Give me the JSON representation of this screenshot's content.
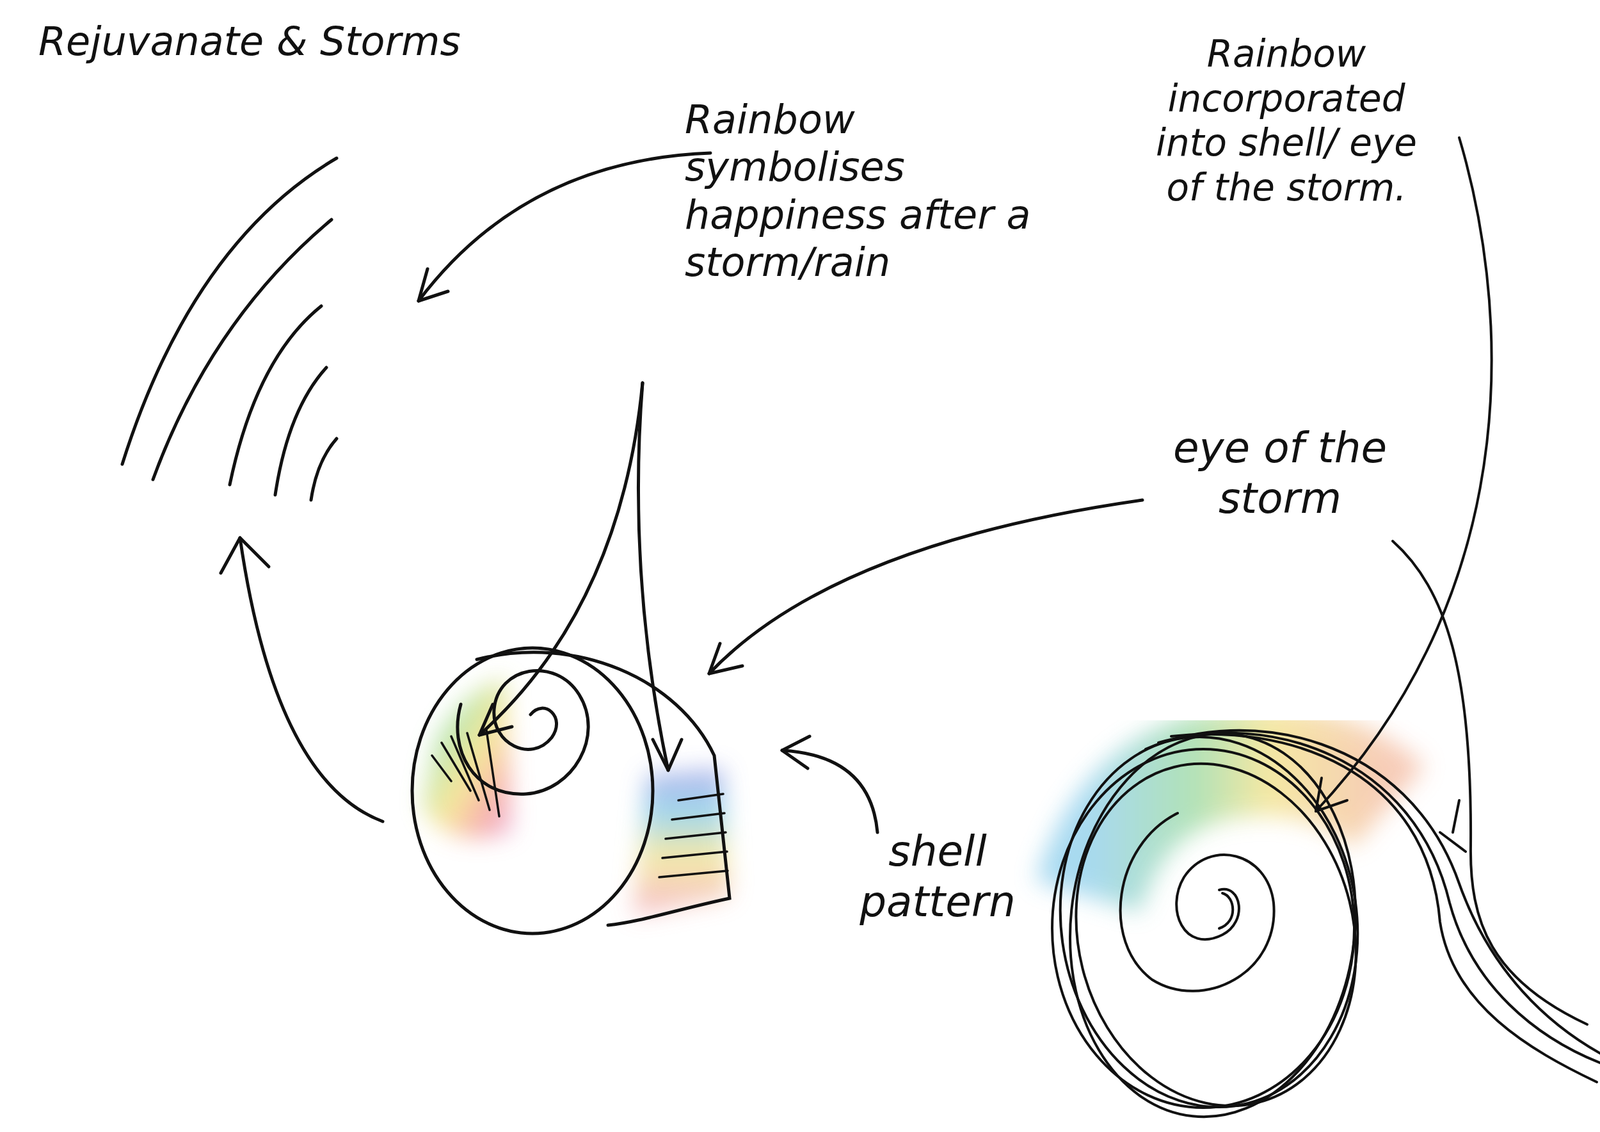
{
  "diagram": {
    "title": "Rejuvanate & Storms",
    "labels": [
      "Rainbow symbolises happiness after a storm/rain",
      "Rainbow incorporated into shell/ eye of the storm.",
      "eye of the storm",
      "shell pattern"
    ]
  }
}
